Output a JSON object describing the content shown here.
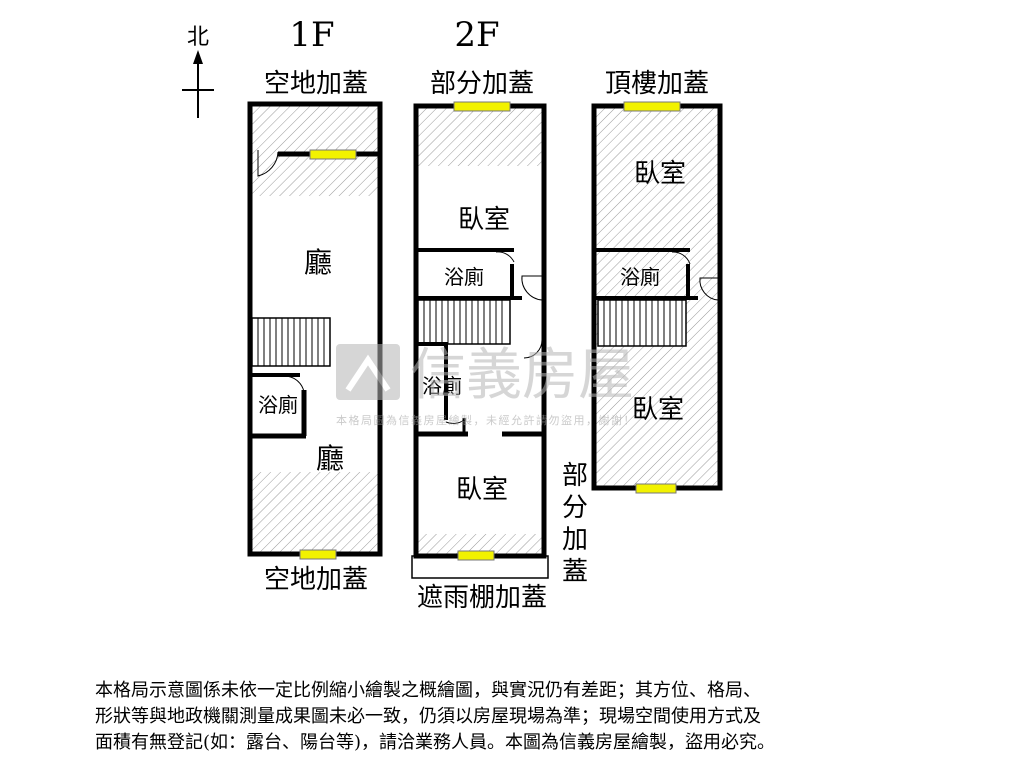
{
  "north": {
    "label": "北"
  },
  "floors": {
    "f1": {
      "title": "1F",
      "top_label": "空地加蓋",
      "bottom_label": "空地加蓋",
      "rooms": [
        "廳",
        "浴廁",
        "廳"
      ]
    },
    "f2": {
      "title": "2F",
      "top_label": "部分加蓋",
      "bottom_label": "遮雨棚加蓋",
      "side_label_chars": [
        "部",
        "分",
        "加",
        "蓋"
      ],
      "rooms": [
        "臥室",
        "浴廁",
        "浴廁",
        "臥室"
      ]
    },
    "roof": {
      "top_label": "頂樓加蓋",
      "rooms": [
        "臥室",
        "浴廁",
        "臥室"
      ]
    }
  },
  "watermark": {
    "brand": "信義房屋",
    "text": "本格局圖為信義房屋繪製，未經允許請勿盜用，謝謝！"
  },
  "disclaimer": {
    "lines": [
      "本格局示意圖係未依一定比例縮小繪製之概繪圖，與實況仍有差距；其方位、格局、",
      "形狀等與地政機關測量成果圖未必一致，仍須以房屋現場為準；現場空間使用方式及",
      "面積有無登記(如：露台、陽台等)，請洽業務人員。本圖為信義房屋繪製，盜用必究。"
    ]
  },
  "colors": {
    "wall": "#000000",
    "window": "#f2f200",
    "hatch": "#9a9a9a",
    "watermark": "#c8c8c8"
  }
}
